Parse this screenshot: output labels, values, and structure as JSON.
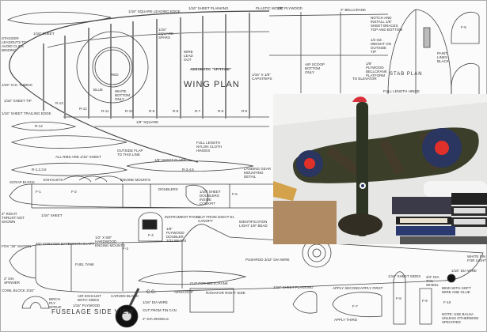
{
  "wing_plan": {
    "title": "WING PLAN",
    "model_name": "AEROBATIC \"SPITFIRE\"",
    "labels": [
      "1/16\" SQUARE LEADING EDGE",
      "1/16\" SHEET PLANKING",
      "PLASTIC WOOD",
      "1/8\" PLYWOOD",
      "STAGGER LEADOUTS TO AVOID CLIPS BINDING",
      "1/16\" SHEET",
      "1/16\" SQUARE SPARS",
      "WIRE LEAD OUT",
      "1/16\" O.D. TUBING",
      "1/16\" SHEET TIP",
      "1/16\" SHEET TRAILING EDGE",
      "1/8\" SQUARE",
      "FULL LENGTH NYLON CLOTH HINGES",
      "OUTSIDE FLAP TO THIS LINE",
      "1/8\" SHEET FLAPS",
      "ALL RIBS ARE 1/16\" SHEET",
      "BLUE",
      "RED",
      "WHITE BOTTOM ONLY",
      "1/16\" x 1/8\" CAPSTRIPS",
      "3\" BELLCRANK",
      "AIR SCOOP BOTTOM ONLY",
      "TO ELEVATOR",
      "NOTCH AND INSTALL 1/8\" SHEET BRACES TOP AND BOTTOM",
      "1/2 OZ. WEIGHT ON OUTSIDE TIP",
      "1/8\" PLYWOOD BELLCRANK PLATFORM",
      "PAINT LINES BLACK",
      "FULL LENGTH HINGE"
    ],
    "ribs": [
      "R-14",
      "R-13",
      "R-12",
      "R-11",
      "R-10",
      "R-9",
      "R-8",
      "R-7",
      "R-6",
      "R-5",
      "R-3,4,5",
      "R-1,2,3,5"
    ],
    "stab_title": "STAB PLAN"
  },
  "fuselage": {
    "title": "FUSELAGE SIDE VIEW",
    "labels": [
      "SCRAP BLOCK",
      "EXHAUSTS",
      "ENGINE MOUNTS",
      "DOUBLERS",
      "1/16\" SHEET DOUBLERS INSIDE COCKPIT",
      "LANDING GEAR MOUNTING DETAIL",
      "3° RIGHT THRUST NOT SHOWN",
      "1/16\" SHEET",
      "INSTRUMENT PANEL",
      "CUT FROM 2020 P-51 CANOPY",
      "IDENTIFICATION LIGHT 1/8\" BEAD",
      "1/8\" PLYWOOD DOUBLER 3/32 BEARS",
      "1/2\" x 5/8\" HARDWOOD ENGINE MOUNTS",
      "3/4\" FORSTER EXTENSION SHAFT",
      "FOX \"35\" SHOWN",
      "FUEL TANK",
      "2\" DIA SPINNER",
      "COWL BLOCK 3/16\"",
      "BIRCH PLY SPRUE",
      "AIR EXHAUST BOTH SIDES",
      "1/16\" PLYWOOD",
      "CARVED BLOCK",
      "C.G.",
      "1/16\" DIA WIRE",
      "CUT FROM TIN CAN",
      "2\" DIA WHEELS",
      "AIRSCOOP",
      "RADIATOR RIGHT SIDE",
      "CUT FOR BELLCRANK",
      "PUSHROD 3/32\" DIA WIRE",
      "1/16\" SHEET PLANKING",
      "1/16\" SHEET SIDES",
      "3/4\" DIA TAIL WHEEL",
      "1/16\" DIA WIRE",
      "BIND WITH SOFT WIRE AND GLUE",
      "NOTE: USE BALSA UNLESS OTHERWISE SPECIFIED",
      "APPLY SECOND",
      "APPLY FIRST",
      "APPLY THIRD",
      "WHITE PIN FOR LIGHT"
    ],
    "formers": [
      "F-1",
      "F-2",
      "F-3",
      "F-4",
      "F-5",
      "F-6",
      "F-7",
      "F-8",
      "F-9",
      "F-10"
    ]
  },
  "colors": {
    "paper": "#fbfbfb",
    "ink": "#333333",
    "roundel_red": "#e0302a",
    "roundel_blue": "#2a3560",
    "camo_green": "#3b3f2a",
    "camo_brown": "#4a3a2c"
  }
}
